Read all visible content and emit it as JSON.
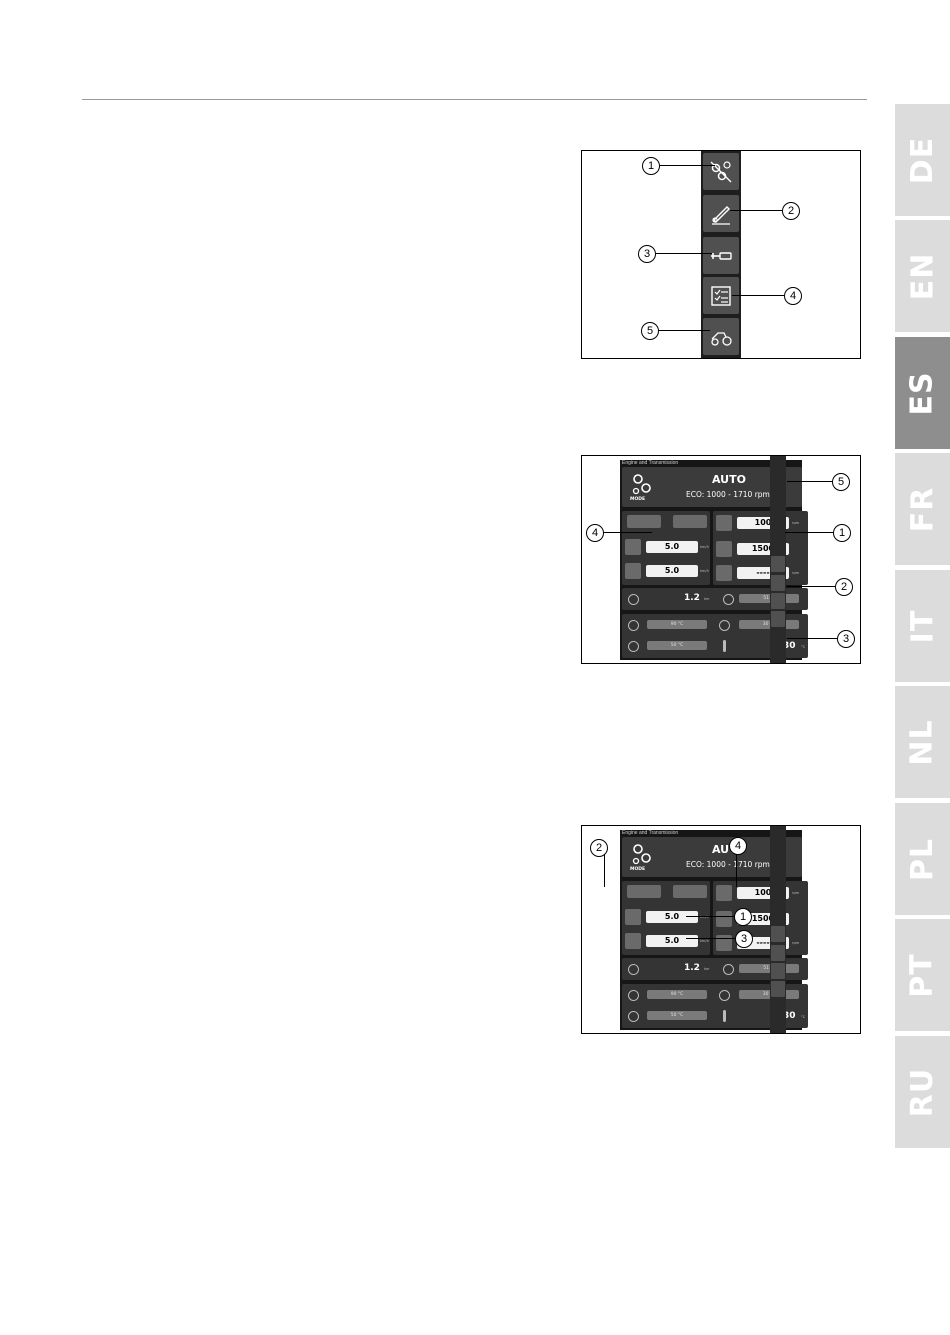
{
  "languages": [
    {
      "code": "DE",
      "active": false
    },
    {
      "code": "EN",
      "active": false
    },
    {
      "code": "ES",
      "active": true
    },
    {
      "code": "FR",
      "active": false
    },
    {
      "code": "IT",
      "active": false
    },
    {
      "code": "NL",
      "active": false
    },
    {
      "code": "PL",
      "active": false
    },
    {
      "code": "PT",
      "active": false
    },
    {
      "code": "RU",
      "active": false
    }
  ],
  "figure1": {
    "callouts": [
      "1",
      "2",
      "3",
      "4",
      "5"
    ],
    "icons": [
      "engine-transmission-icon",
      "implement-icon",
      "hitch-icon",
      "checklist-icon",
      "tractor-icon"
    ]
  },
  "screen": {
    "title": "Engine and Transmission",
    "mode_label": "MODE",
    "mode_value": "AUTO",
    "eco_range": "ECO: 1000 - 1710 rpm",
    "speed1": "5.0",
    "speed2": "5.0",
    "speed_unit": "km/h",
    "rpm1": "100",
    "rpm2": "1500",
    "rpm3": "----",
    "rpm_unit": "rpm",
    "distance": "1.2",
    "distance_unit": "km",
    "load": "51 %",
    "temp1": "90 °C",
    "temp2": "50 °C",
    "temp3": "30 °C",
    "ambient": "30",
    "ambient_unit": "°C"
  },
  "figure2": {
    "callouts": [
      "5",
      "4",
      "1",
      "2",
      "3"
    ]
  },
  "figure3": {
    "callouts": [
      "2",
      "4",
      "1",
      "3"
    ]
  }
}
